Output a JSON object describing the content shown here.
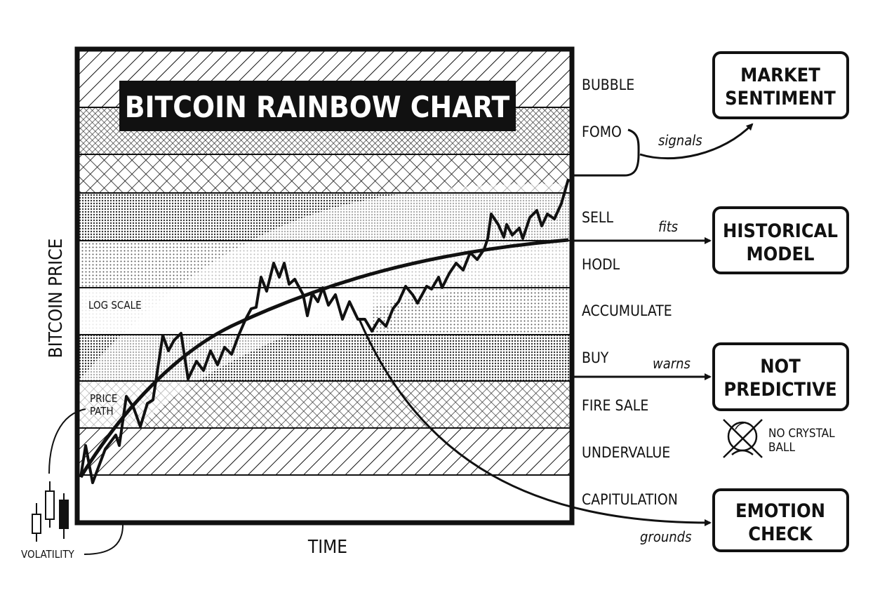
{
  "title": "BITCOIN RAINBOW CHART",
  "y_axis_label": "BITCOIN PRICE",
  "x_axis_label": "TIME",
  "log_scale_label": "LOG SCALE",
  "price_path_label": [
    "PRICE",
    "PATH"
  ],
  "volatility_label": "VOLATILITY",
  "bands": [
    "BUBBLE",
    "FOMO",
    "SELL",
    "HODL",
    "ACCUMULATE",
    "BUY",
    "FIRE SALE",
    "UNDERVALUE",
    "CAPITULATION"
  ],
  "boxes": {
    "market_sentiment": [
      "MARKET",
      "SENTIMENT"
    ],
    "historical_model": [
      "HISTORICAL",
      "MODEL"
    ],
    "not_predictive": [
      "NOT",
      "PREDICTIVE"
    ],
    "emotion_check": [
      "EMOTION",
      "CHECK"
    ]
  },
  "connectors": {
    "signals": "signals",
    "fits": "fits",
    "warns": "warns",
    "grounds": "grounds"
  },
  "crystal_ball_note": [
    "NO CRYSTAL",
    "BALL"
  ],
  "icons": [
    "candlestick-icon",
    "crossed-crystal-ball-icon"
  ]
}
